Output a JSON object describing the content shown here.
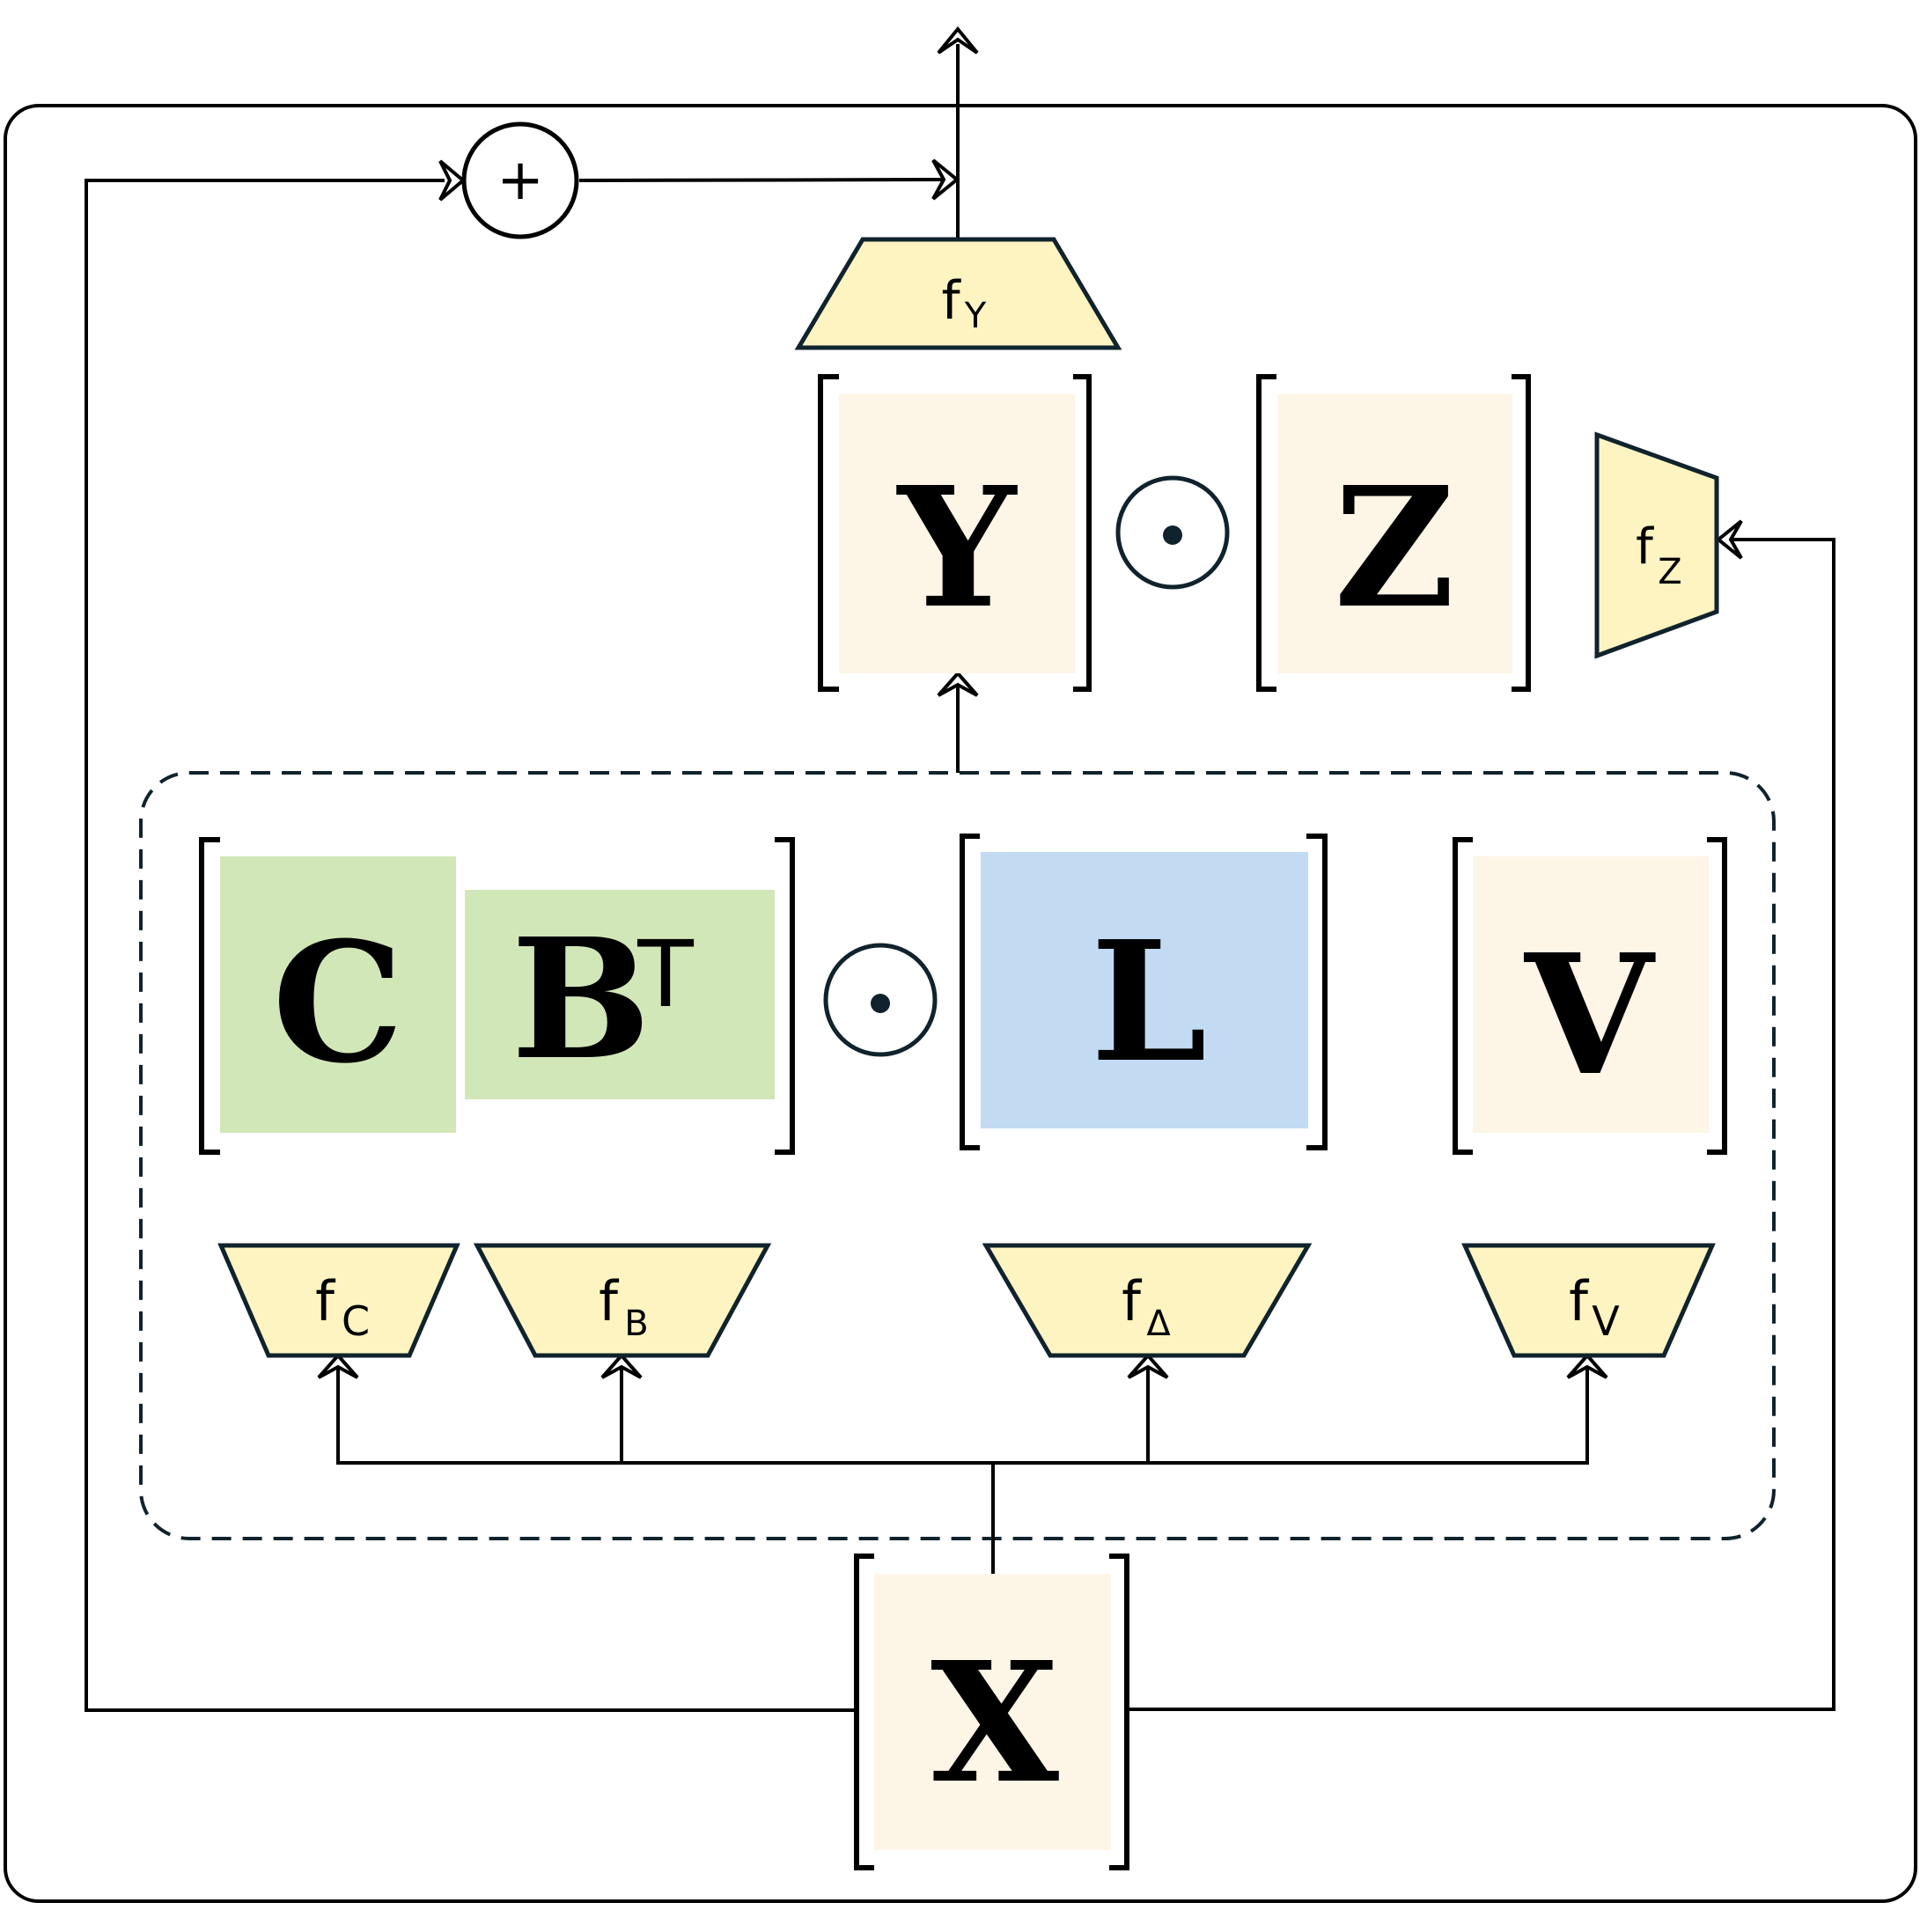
{
  "colors": {
    "matrix_beige": "#fdf5e6",
    "matrix_green": "#d2e7b8",
    "matrix_blue": "#c3daf3",
    "function_yellow": "#fef4c1",
    "outline": "#10232d"
  },
  "matrices": {
    "y": "Y",
    "z": "Z",
    "c": "C",
    "b": "B",
    "b_sup": "T",
    "l": "L",
    "v": "V",
    "x": "X"
  },
  "functions": {
    "f_y": {
      "base": "f",
      "sub": "Y"
    },
    "f_z": {
      "base": "f",
      "sub": "Z"
    },
    "f_c": {
      "base": "f",
      "sub": "C"
    },
    "f_b": {
      "base": "f",
      "sub": "B"
    },
    "f_delta": {
      "base": "f",
      "sub": "Δ"
    },
    "f_v": {
      "base": "f",
      "sub": "V"
    }
  },
  "operators": {
    "add": "+",
    "hadamard": "•"
  }
}
